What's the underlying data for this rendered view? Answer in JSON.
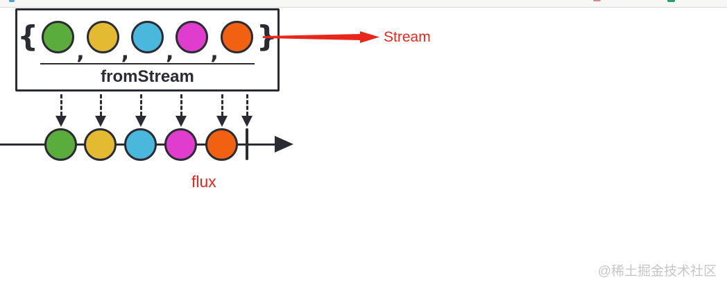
{
  "colors": {
    "marbles": [
      "#5aac3d",
      "#e5ba33",
      "#4ab8dd",
      "#e03ccd",
      "#f26111"
    ],
    "stroke": "#2b2b33",
    "red": "#e8261c",
    "watermark_gray": "#c6c6c6",
    "topbar_fragments": {
      "blue": "#4aa8d8",
      "salmon": "#d88b84",
      "green": "#28a06b"
    }
  },
  "source_box": {
    "open_brace": "{",
    "close_brace": "}",
    "comma": ",",
    "label": "fromStream"
  },
  "annotations": {
    "stream_label": "Stream",
    "flux_label": "flux"
  },
  "watermark": {
    "text": "@稀土掘金技术社区"
  }
}
